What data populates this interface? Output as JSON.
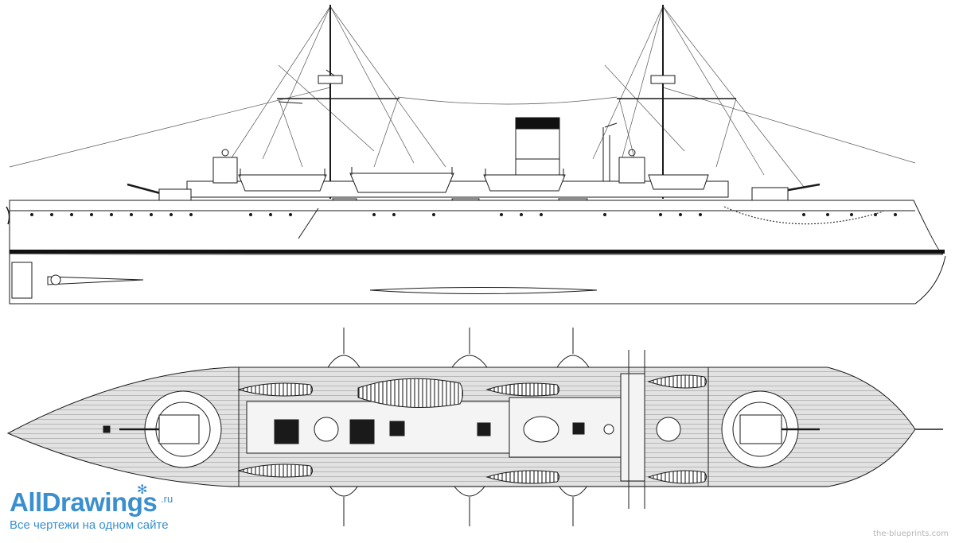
{
  "watermark": {
    "title": "AllDrawings",
    "tld": ".ru",
    "subtitle": "Все чертежи на одном сайте",
    "icon": "ships-wheel-icon",
    "color": "#3a8fcf"
  },
  "credit": "the-blueprints.com",
  "colors": {
    "ink": "#1a1a1a",
    "deck": "#dcdcdc",
    "deckLine": "#8c8c8c",
    "funnel": "#111111"
  }
}
